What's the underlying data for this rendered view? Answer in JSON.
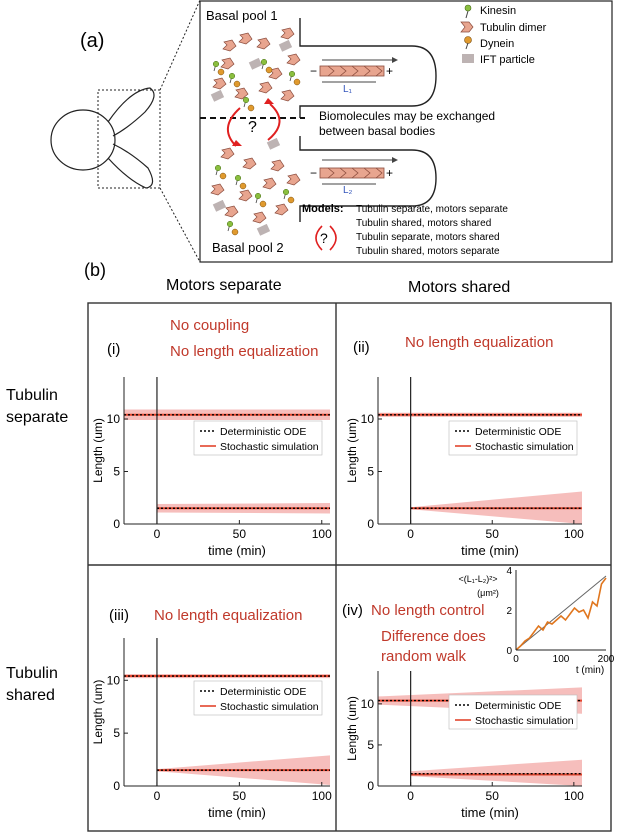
{
  "figure": {
    "part_a_label": "(a)",
    "part_b_label": "(b)",
    "schematic": {
      "pool1_label": "Basal pool 1",
      "pool2_label": "Basal pool 2",
      "exchange_text_line1": "Biomolecules may be exchanged",
      "exchange_text_line2": "between basal bodies",
      "question_mark": "?",
      "L1_label": "L₁",
      "L2_label": "L₂",
      "plus_sign": "+",
      "minus_sign": "−",
      "legend": [
        {
          "label": "Kinesin",
          "icon": "kinesin-icon",
          "color": "#8bbf3f"
        },
        {
          "label": "Tubulin dimer",
          "icon": "tubulin-dimer-icon",
          "color": "#e8a58f"
        },
        {
          "label": "Dynein",
          "icon": "dynein-icon",
          "color": "#e09a2e"
        },
        {
          "label": "IFT particle",
          "icon": "ift-particle-icon",
          "color": "#bdb3b3"
        }
      ],
      "models_title": "Models:",
      "models": [
        "Tubulin separate, motors separate",
        "Tubulin shared, motors shared",
        "Tubulin separate, motors shared",
        "Tubulin shared, motors separate"
      ]
    },
    "column_headers": [
      "Motors separate",
      "Motors shared"
    ],
    "row_headers": [
      [
        "Tubulin",
        "separate"
      ],
      [
        "Tubulin",
        "shared"
      ]
    ],
    "colors": {
      "annotation_red": "#c0392b",
      "band_fill": "#f4b3b0",
      "stochastic_line": "#e3442d",
      "deterministic_line": "#000000",
      "inset_line": "#e0761e"
    },
    "panels": [
      {
        "id": "i",
        "label": "(i)",
        "annotations": [
          "No coupling",
          "No length equalization"
        ]
      },
      {
        "id": "ii",
        "label": "(ii)",
        "annotations": [
          "No length equalization"
        ]
      },
      {
        "id": "iii",
        "label": "(iii)",
        "annotations": [
          "No length equalization"
        ]
      },
      {
        "id": "iv",
        "label": "(iv)",
        "annotations": [
          "No length control",
          "Difference does",
          "random walk"
        ]
      }
    ],
    "legend_entries": [
      "Deterministic ODE",
      "Stochastic simulation"
    ],
    "inset": {
      "ylabel_line1": "<(L₁-L₂)²>",
      "ylabel_line2": "(μm²)",
      "xlabel": "t (min)"
    }
  },
  "chart_data": [
    {
      "panel": "i",
      "type": "line",
      "xlabel": "time (min)",
      "ylabel": "Length (um)",
      "xlim": [
        -20,
        105
      ],
      "ylim": [
        0,
        14
      ],
      "xticks": [
        0,
        50,
        100
      ],
      "yticks": [
        0,
        5,
        10
      ],
      "long_flagellum": {
        "x": [
          -20,
          105
        ],
        "deterministic": [
          10.4,
          10.4
        ],
        "stochastic": [
          10.4,
          10.4
        ],
        "band": [
          [
            9.9,
            10.9
          ],
          [
            9.9,
            10.9
          ]
        ]
      },
      "short_flagellum": {
        "x": [
          0,
          105
        ],
        "deterministic": [
          1.5,
          1.5
        ],
        "stochastic": [
          1.5,
          1.5
        ],
        "band": [
          [
            1.1,
            1.9
          ],
          [
            1.0,
            2.0
          ]
        ]
      },
      "series": [
        {
          "name": "Deterministic ODE"
        },
        {
          "name": "Stochastic simulation"
        }
      ]
    },
    {
      "panel": "ii",
      "type": "line",
      "xlabel": "time (min)",
      "ylabel": "Length (um)",
      "xlim": [
        -20,
        105
      ],
      "ylim": [
        0,
        14
      ],
      "xticks": [
        0,
        50,
        100
      ],
      "yticks": [
        0,
        5,
        10
      ],
      "long_flagellum": {
        "x": [
          -20,
          105
        ],
        "deterministic": [
          10.4,
          10.4
        ],
        "stochastic": [
          10.4,
          10.4
        ],
        "band": [
          [
            10.2,
            10.6
          ],
          [
            10.2,
            10.6
          ]
        ]
      },
      "short_flagellum": {
        "x": [
          0,
          105
        ],
        "deterministic": [
          1.5,
          1.5
        ],
        "stochastic": [
          1.5,
          1.5
        ],
        "band": [
          [
            1.4,
            1.6
          ],
          [
            0.0,
            3.1
          ]
        ]
      },
      "series": [
        {
          "name": "Deterministic ODE"
        },
        {
          "name": "Stochastic simulation"
        }
      ]
    },
    {
      "panel": "iii",
      "type": "line",
      "xlabel": "time (min)",
      "ylabel": "Length (um)",
      "xlim": [
        -20,
        105
      ],
      "ylim": [
        0,
        14
      ],
      "xticks": [
        0,
        50,
        100
      ],
      "yticks": [
        0,
        5,
        10
      ],
      "long_flagellum": {
        "x": [
          -20,
          105
        ],
        "deterministic": [
          10.4,
          10.4
        ],
        "stochastic": [
          10.4,
          10.4
        ],
        "band": [
          [
            10.2,
            10.6
          ],
          [
            10.2,
            10.6
          ]
        ]
      },
      "short_flagellum": {
        "x": [
          0,
          105
        ],
        "deterministic": [
          1.5,
          1.5
        ],
        "stochastic": [
          1.5,
          1.5
        ],
        "band": [
          [
            1.4,
            1.6
          ],
          [
            0.1,
            2.9
          ]
        ]
      },
      "series": [
        {
          "name": "Deterministic ODE"
        },
        {
          "name": "Stochastic simulation"
        }
      ]
    },
    {
      "panel": "iv",
      "type": "line",
      "xlabel": "time (min)",
      "ylabel": "Length (um)",
      "xlim": [
        -20,
        105
      ],
      "ylim": [
        0,
        14
      ],
      "xticks": [
        0,
        50,
        100
      ],
      "yticks": [
        0,
        5,
        10
      ],
      "long_flagellum": {
        "x": [
          -20,
          105
        ],
        "deterministic": [
          10.4,
          10.4
        ],
        "stochastic": [
          10.4,
          10.4
        ],
        "band": [
          [
            9.9,
            10.9
          ],
          [
            8.8,
            12.0
          ]
        ]
      },
      "short_flagellum": {
        "x": [
          0,
          105
        ],
        "deterministic": [
          1.5,
          1.5
        ],
        "stochastic": [
          1.4,
          1.4
        ],
        "band": [
          [
            1.2,
            1.8
          ],
          [
            0.0,
            3.2
          ]
        ]
      },
      "series": [
        {
          "name": "Deterministic ODE"
        },
        {
          "name": "Stochastic simulation"
        }
      ]
    },
    {
      "panel": "iv-inset",
      "type": "line",
      "xlabel": "t (min)",
      "ylabel": "<(L₁-L₂)²> (μm²)",
      "xlim": [
        0,
        200
      ],
      "ylim": [
        0,
        4
      ],
      "xticks": [
        0,
        100,
        200
      ],
      "yticks": [
        0,
        2,
        4
      ],
      "x": [
        0,
        10,
        20,
        30,
        40,
        50,
        60,
        70,
        80,
        90,
        100,
        110,
        120,
        130,
        140,
        150,
        160,
        170,
        180,
        190,
        200
      ],
      "y": [
        0.0,
        0.2,
        0.45,
        0.6,
        0.9,
        1.2,
        1.0,
        1.4,
        1.3,
        1.5,
        1.7,
        1.5,
        1.8,
        2.1,
        1.9,
        2.0,
        1.6,
        2.4,
        2.2,
        3.3,
        3.6
      ],
      "trend": {
        "x": [
          0,
          200
        ],
        "y": [
          0,
          3.7
        ]
      }
    }
  ]
}
